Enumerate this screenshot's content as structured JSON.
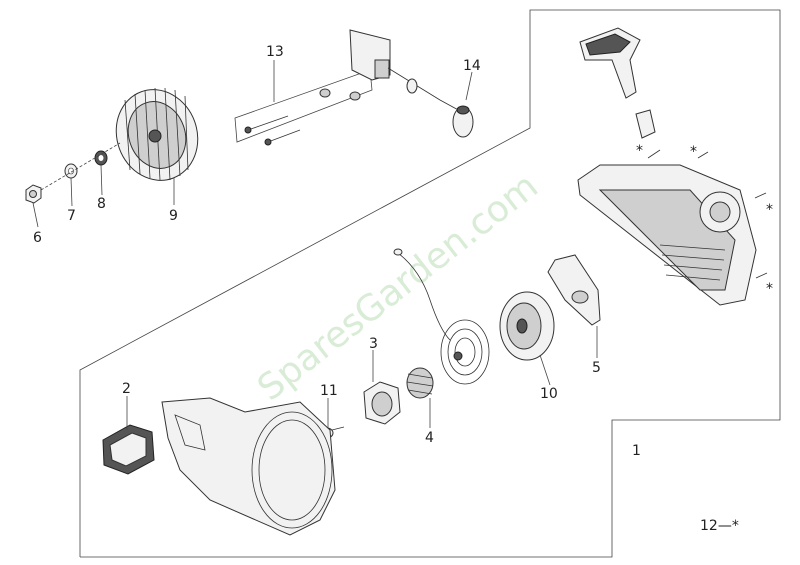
{
  "labels": {
    "l1": "1",
    "l2": "2",
    "l3": "3",
    "l4": "4",
    "l5": "5",
    "l6": "6",
    "l7": "7",
    "l8": "8",
    "l9": "9",
    "l10": "10",
    "l11": "11",
    "l13": "13",
    "l14": "14",
    "l12": "12—*",
    "star": "*"
  },
  "watermark": "SparesGarden.com"
}
